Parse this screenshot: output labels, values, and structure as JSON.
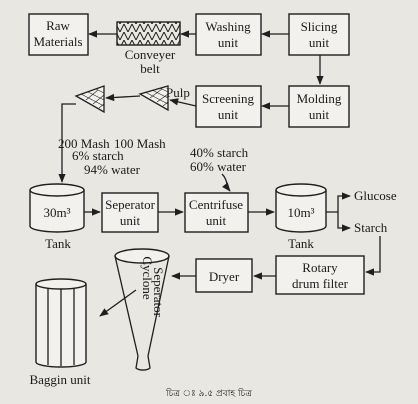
{
  "nodes": {
    "raw_materials": {
      "lines": [
        "Raw",
        "Materials"
      ]
    },
    "conveyer_belt": {
      "lines": [
        "Conveyer",
        "belt"
      ]
    },
    "washing_unit": {
      "lines": [
        "Washing",
        "unit"
      ]
    },
    "slicing_unit": {
      "lines": [
        "Slicing",
        "unit"
      ]
    },
    "screening_unit": {
      "lines": [
        "Screening",
        "unit"
      ]
    },
    "molding_unit": {
      "lines": [
        "Molding",
        "unit"
      ]
    },
    "tank_30": {
      "label": "30m³",
      "caption": "Tank"
    },
    "separator_unit": {
      "lines": [
        "Seperator",
        "unit"
      ]
    },
    "centrifuse_unit": {
      "lines": [
        "Centrifuse",
        "unit"
      ]
    },
    "tank_10": {
      "label": "10m³",
      "caption": "Tank"
    },
    "dryer": {
      "label": "Dryer"
    },
    "rotary_drum_filter": {
      "lines": [
        "Rotary",
        "drum filter"
      ]
    },
    "cyclone_separator": {
      "lines": [
        "Cyclone",
        "Seperator"
      ]
    },
    "baggin_unit": {
      "caption": "Baggin unit"
    }
  },
  "labels": {
    "pulp": "Pulp",
    "mesh_200": "200 Mash",
    "mesh_100": "100 Mash",
    "starch_6": "6% starch",
    "water_94": "94% water",
    "starch_40": "40% starch",
    "water_60": "60% water",
    "glucose": "Glucose",
    "starch": "Starch"
  },
  "caption": "চিত্র ঃ ৯.৫ প্রবাহ চিত্র"
}
